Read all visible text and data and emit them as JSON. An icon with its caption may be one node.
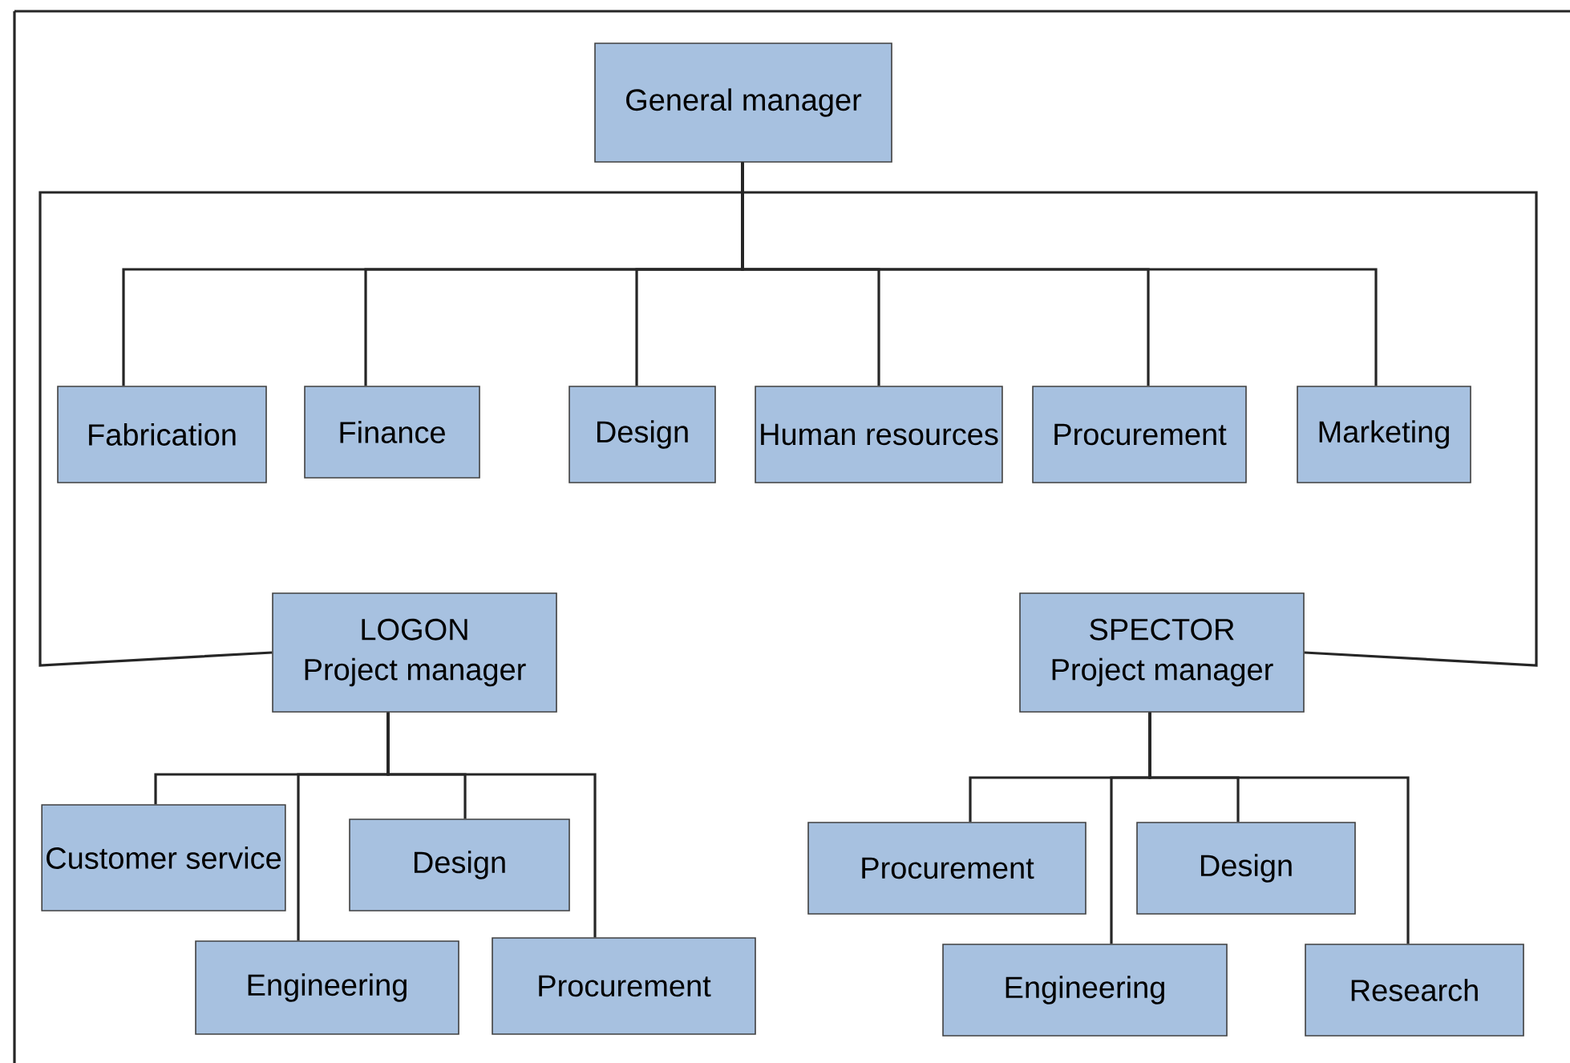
{
  "diagram": {
    "nodes": [
      {
        "text": [
          "General manager"
        ]
      },
      {
        "text": [
          "Fabrication"
        ]
      },
      {
        "text": [
          "Finance"
        ]
      },
      {
        "text": [
          "Design"
        ]
      },
      {
        "text": [
          "Human resources"
        ]
      },
      {
        "text": [
          "Procurement"
        ]
      },
      {
        "text": [
          "Marketing"
        ]
      },
      {
        "text": [
          "LOGON",
          "Project manager"
        ]
      },
      {
        "text": [
          "SPECTOR",
          "Project manager"
        ]
      },
      {
        "text": [
          "Customer service"
        ]
      },
      {
        "text": [
          "Design"
        ]
      },
      {
        "text": [
          "Engineering"
        ]
      },
      {
        "text": [
          "Procurement"
        ]
      },
      {
        "text": [
          "Procurement"
        ]
      },
      {
        "text": [
          "Design"
        ]
      },
      {
        "text": [
          "Engineering"
        ]
      },
      {
        "text": [
          "Research"
        ]
      }
    ],
    "edges": [
      {
        "from": 0,
        "to": 1,
        "arrow": "none"
      },
      {
        "from": 0,
        "to": 2,
        "arrow": "none"
      },
      {
        "from": 0,
        "to": 3,
        "arrow": "none"
      },
      {
        "from": 0,
        "to": 4,
        "arrow": "none"
      },
      {
        "from": 0,
        "to": 5,
        "arrow": "none"
      },
      {
        "from": 0,
        "to": 6,
        "arrow": "none"
      },
      {
        "from": 0,
        "to": 7,
        "arrow": "none"
      },
      {
        "from": 0,
        "to": 8,
        "arrow": "none"
      },
      {
        "from": 7,
        "to": 9,
        "arrow": "none"
      },
      {
        "from": 7,
        "to": 10,
        "arrow": "none"
      },
      {
        "from": 7,
        "to": 11,
        "arrow": "none"
      },
      {
        "from": 7,
        "to": 12,
        "arrow": "none"
      },
      {
        "from": 8,
        "to": 13,
        "arrow": "none"
      },
      {
        "from": 8,
        "to": 14,
        "arrow": "none"
      },
      {
        "from": 8,
        "to": 15,
        "arrow": "none"
      },
      {
        "from": 8,
        "to": 16,
        "arrow": "none"
      }
    ]
  }
}
